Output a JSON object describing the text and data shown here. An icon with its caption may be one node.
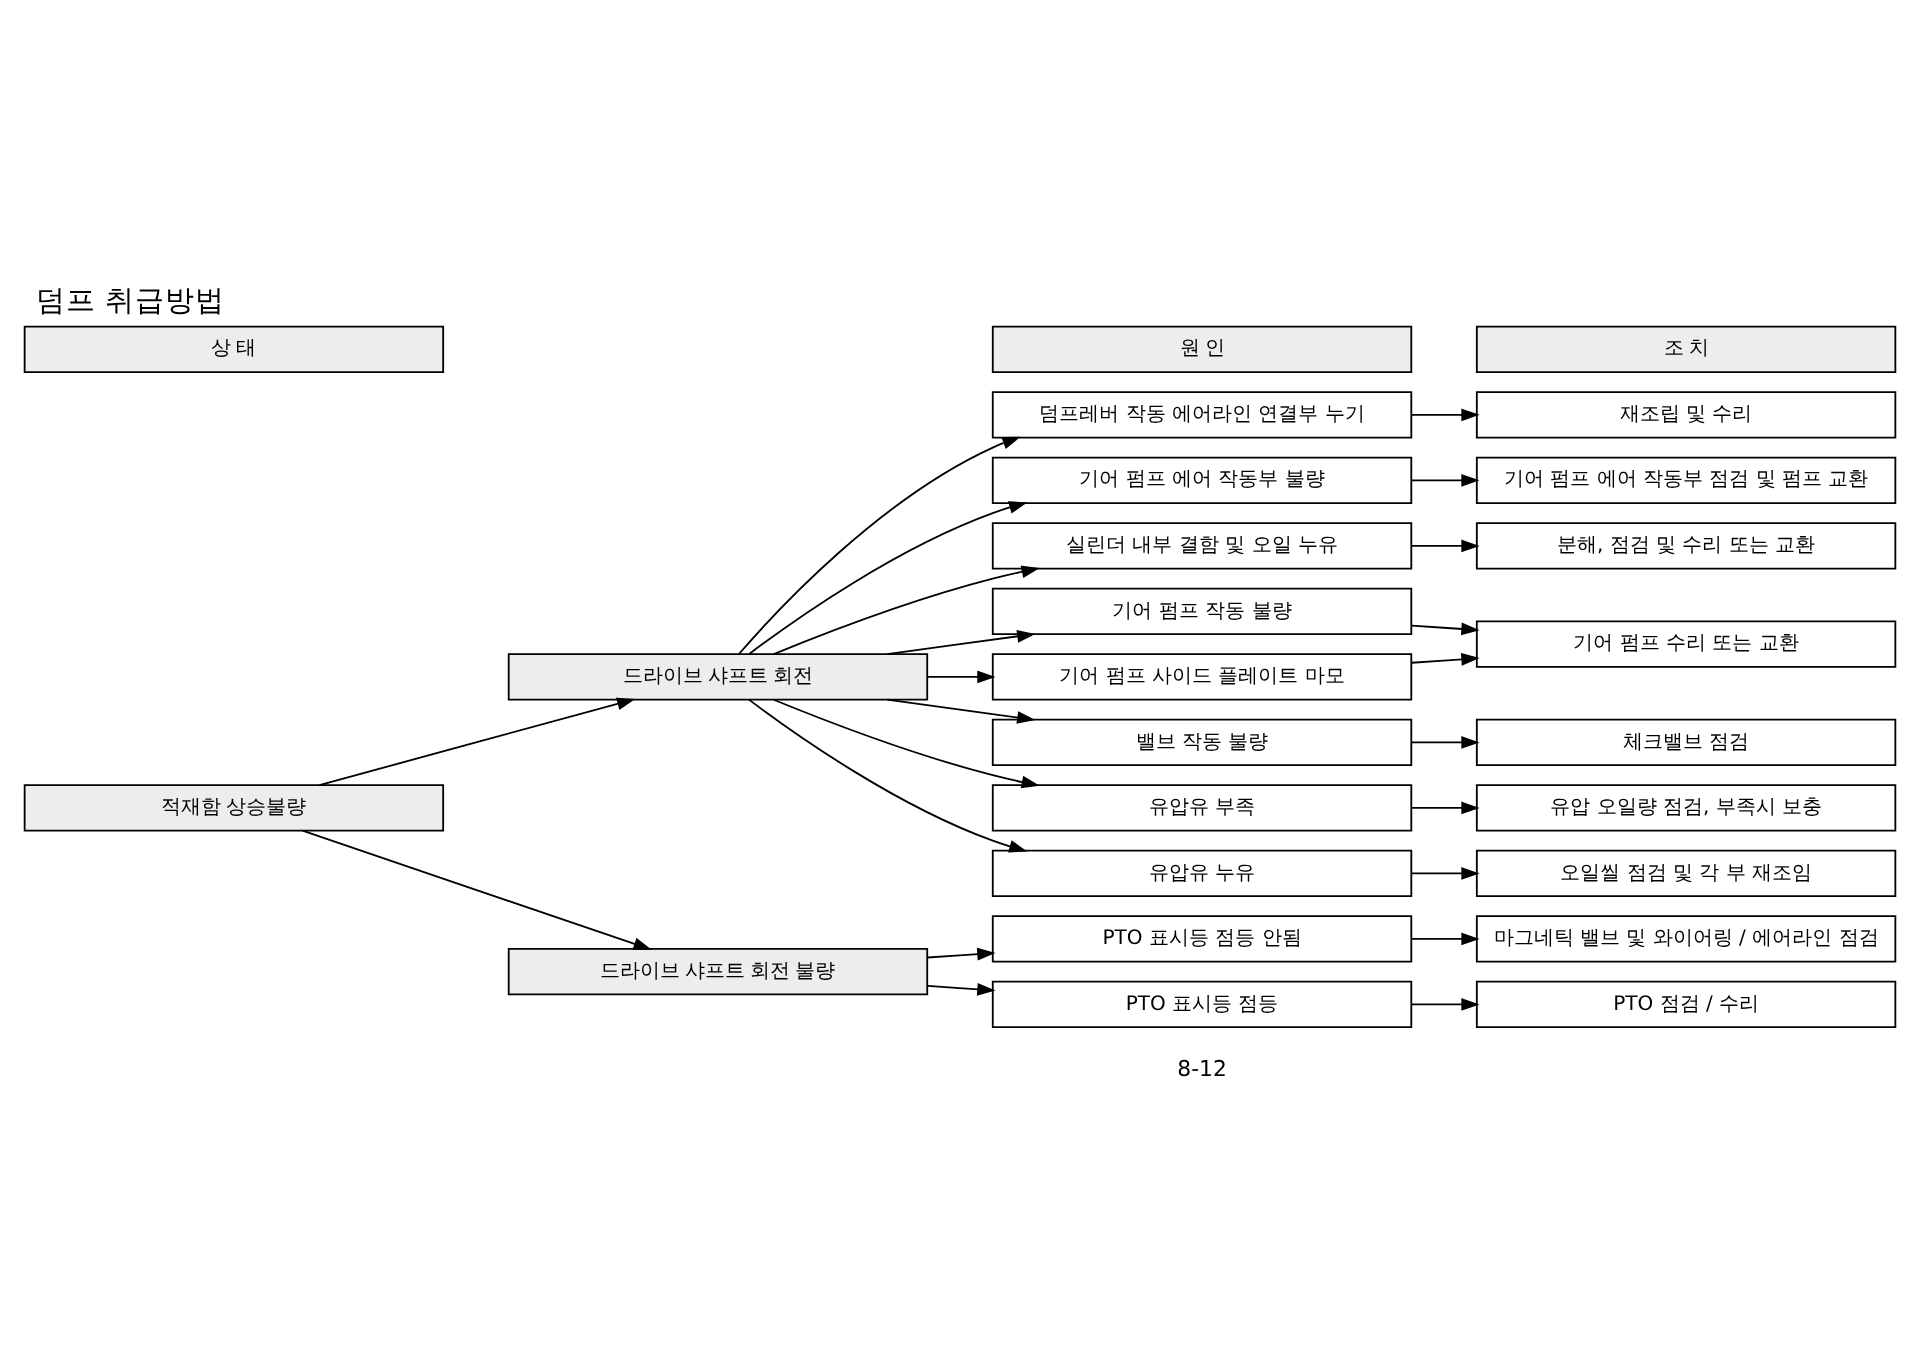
{
  "diagram": {
    "title": "덤프 취급방법",
    "nodes": [
      {
        "text": [
          "상 태"
        ]
      },
      {
        "text": [
          "원 인"
        ]
      },
      {
        "text": [
          "조 치"
        ]
      },
      {
        "text": [
          "적재함 상승불량"
        ]
      },
      {
        "text": [
          "드라이브 샤프트 회전"
        ]
      },
      {
        "text": [
          "덤프레버 작동 에어라인 연결부 누기"
        ]
      },
      {
        "text": [
          "재조립 및 수리"
        ]
      },
      {
        "text": [
          "기어 펌프 에어 작동부 불량"
        ]
      },
      {
        "text": [
          "기어 펌프 에어 작동부 점검 및 펌프 교환"
        ]
      },
      {
        "text": [
          "실린더 내부 결함 및 오일 누유"
        ]
      },
      {
        "text": [
          "분해, 점검 및 수리 또는 교환"
        ]
      },
      {
        "text": [
          "기어 펌프 작동 불량"
        ]
      },
      {
        "text": [
          "기어 펌프 수리 또는 교환"
        ]
      },
      {
        "text": [
          "기어 펌프 사이드 플레이트 마모"
        ]
      },
      {
        "text": [
          "밸브 작동 불량"
        ]
      },
      {
        "text": [
          "체크밸브 점검"
        ]
      },
      {
        "text": [
          "유압유 부족"
        ]
      },
      {
        "text": [
          "유압 오일량 점검, 부족시 보충"
        ]
      },
      {
        "text": [
          "유압유 누유"
        ]
      },
      {
        "text": [
          "오일씰 점검 및 각 부 재조임"
        ]
      },
      {
        "text": [
          "드라이브 샤프트 회전 불량"
        ]
      },
      {
        "text": [
          "PTO 표시등 점등 안됨"
        ]
      },
      {
        "text": [
          "마그네틱 밸브 및 와이어링 / 에어라인 점검"
        ]
      },
      {
        "text": [
          "PTO 표시등 점등"
        ]
      },
      {
        "text": [
          "PTO 점검 / 수리"
        ]
      }
    ],
    "edges": [
      {
        "from": 3,
        "to": 4,
        "arrow": "to"
      },
      {
        "from": 3,
        "to": 20,
        "arrow": "to"
      },
      {
        "from": 4,
        "to": 5,
        "arrow": "to"
      },
      {
        "from": 4,
        "to": 7,
        "arrow": "to"
      },
      {
        "from": 4,
        "to": 9,
        "arrow": "to"
      },
      {
        "from": 4,
        "to": 11,
        "arrow": "to"
      },
      {
        "from": 4,
        "to": 13,
        "arrow": "to"
      },
      {
        "from": 4,
        "to": 14,
        "arrow": "to"
      },
      {
        "from": 4,
        "to": 16,
        "arrow": "to"
      },
      {
        "from": 4,
        "to": 18,
        "arrow": "to"
      },
      {
        "from": 5,
        "to": 6,
        "arrow": "to"
      },
      {
        "from": 7,
        "to": 8,
        "arrow": "to"
      },
      {
        "from": 9,
        "to": 10,
        "arrow": "to"
      },
      {
        "from": 11,
        "to": 12,
        "arrow": "to"
      },
      {
        "from": 13,
        "to": 12,
        "arrow": "to"
      },
      {
        "from": 14,
        "to": 15,
        "arrow": "to"
      },
      {
        "from": 16,
        "to": 17,
        "arrow": "to"
      },
      {
        "from": 18,
        "to": 19,
        "arrow": "to"
      },
      {
        "from": 20,
        "to": 21,
        "arrow": "to"
      },
      {
        "from": 20,
        "to": 23,
        "arrow": "to"
      },
      {
        "from": 21,
        "to": 22,
        "arrow": "to"
      },
      {
        "from": 23,
        "to": 24,
        "arrow": "to"
      }
    ],
    "labels": [
      "8-12"
    ]
  }
}
